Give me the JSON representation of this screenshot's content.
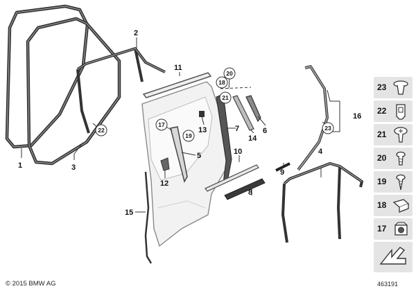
{
  "callouts": {
    "c1": "1",
    "c2": "2",
    "c3": "3",
    "c4": "4",
    "c5": "5",
    "c6": "6",
    "c7": "7",
    "c8": "8",
    "c9": "9",
    "c10": "10",
    "c11": "11",
    "c12": "12",
    "c13": "13",
    "c14": "14",
    "c15": "15",
    "c16": "16",
    "c17": "17",
    "c18": "18",
    "c19": "19",
    "c20": "20",
    "c21": "21",
    "c22": "22",
    "c23": "23"
  },
  "legend": [
    {
      "number": "23",
      "part": "expanding-rivet"
    },
    {
      "number": "22",
      "part": "clip-nut"
    },
    {
      "number": "21",
      "part": "fillister-screw"
    },
    {
      "number": "20",
      "part": "expanding-rivet-small"
    },
    {
      "number": "19",
      "part": "self-tapping-screw"
    },
    {
      "number": "18",
      "part": "spring-nut"
    },
    {
      "number": "17",
      "part": "cage-nut"
    }
  ],
  "footer": {
    "copyright": "© 2015 BMW AG",
    "diagram_id": "463191"
  }
}
